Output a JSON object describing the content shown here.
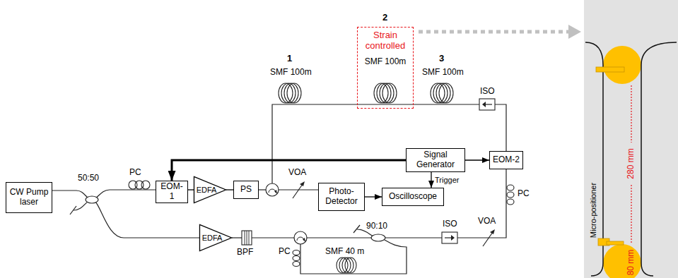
{
  "diagram": {
    "nodes": [
      {
        "text": [
          "CW Pump laser"
        ]
      },
      {
        "text": [
          "EOM-1"
        ]
      },
      {
        "text": [
          "EDFA"
        ]
      },
      {
        "text": [
          "PS"
        ]
      },
      {
        "text": [
          "Photo- Detector"
        ]
      },
      {
        "text": [
          "Oscilloscope"
        ]
      },
      {
        "text": [
          "Signal Generator"
        ]
      },
      {
        "text": [
          "EOM-2"
        ]
      },
      {
        "text": [
          "EDFA"
        ]
      },
      {
        "text": [
          "Strain controlled",
          "SMF 100m"
        ]
      }
    ],
    "edges": [
      {
        "from": 1,
        "to": 2,
        "arrow": "none"
      },
      {
        "from": 2,
        "to": 3,
        "arrow": "none"
      },
      {
        "from": 6,
        "to": 1,
        "arrow": "to"
      },
      {
        "from": 6,
        "to": 7,
        "arrow": "to"
      },
      {
        "from": 6,
        "to": 5,
        "label": "Trigger",
        "arrow": "to"
      },
      {
        "from": 4,
        "to": 5,
        "arrow": "to"
      }
    ],
    "labels": [
      "50:50",
      "PC",
      "VOA",
      "1",
      "SMF 100m",
      "2",
      "3",
      "SMF 100m",
      "ISO",
      "PC",
      "90:10",
      "ISO",
      "VOA",
      "BPF",
      "PC",
      "SMF 40 m",
      "280 mm",
      "80 mm",
      "Micro-positioner"
    ]
  }
}
